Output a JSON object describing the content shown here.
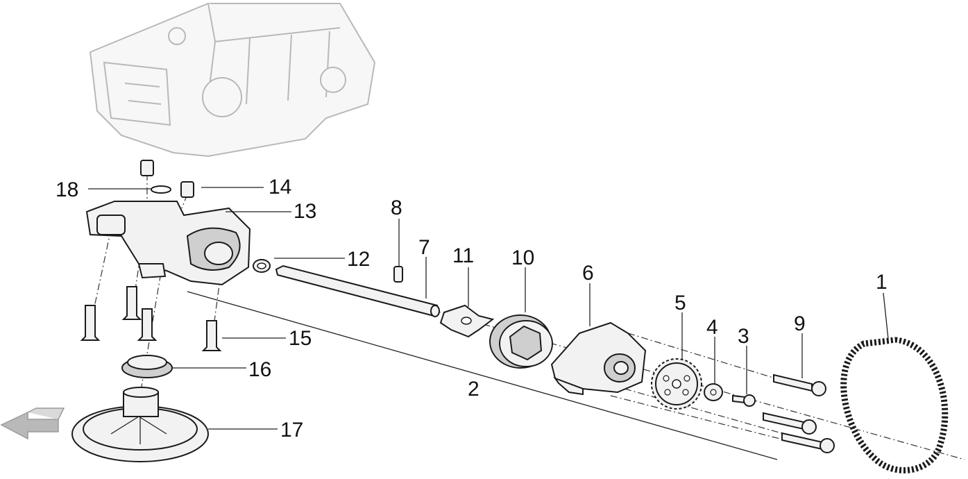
{
  "callouts": {
    "c1": "1",
    "c2": "2",
    "c3": "3",
    "c4": "4",
    "c5": "5",
    "c6": "6",
    "c7": "7",
    "c8": "8",
    "c9": "9",
    "c10": "10",
    "c11": "11",
    "c12": "12",
    "c13": "13",
    "c14": "14",
    "c15": "15",
    "c16": "16",
    "c17": "17",
    "c18": "18"
  },
  "icons": {
    "engine": "engine-block-outline-icon",
    "direction": "direction-arrow-icon"
  },
  "colors": {
    "line": "#1a1a1a",
    "ghost": "#b8b8b8",
    "arrow": "#9a9a9a",
    "background": "#ffffff"
  }
}
